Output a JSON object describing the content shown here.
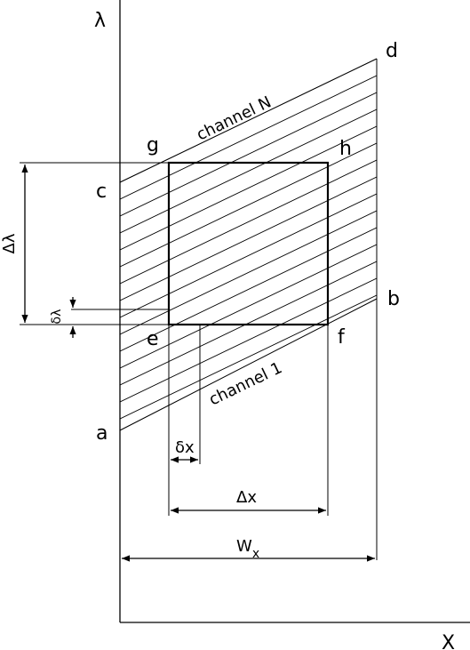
{
  "axes": {
    "y_label": "λ",
    "x_label": "X"
  },
  "points": {
    "a": "a",
    "b": "b",
    "c": "c",
    "d": "d",
    "e": "e",
    "f": "f",
    "g": "g",
    "h": "h"
  },
  "channels": {
    "top": "channel N",
    "bottom": "channel 1"
  },
  "dimensions": {
    "delta_lambda": "Δλ",
    "small_delta_lambda": "δλ",
    "small_delta_x": "δx",
    "delta_x": "Δx",
    "w_x_main": "W",
    "w_x_sub": "x"
  },
  "colors": {
    "ink": "#000000",
    "background": "#ffffff"
  }
}
